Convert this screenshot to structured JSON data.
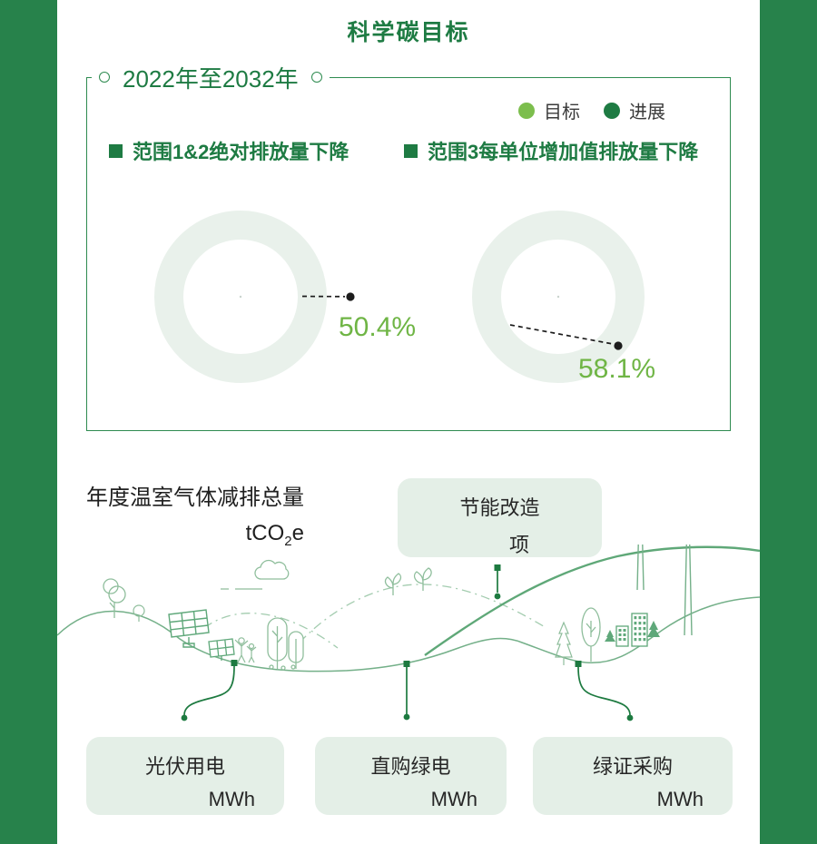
{
  "page": {
    "title": "科学碳目标"
  },
  "panel": {
    "period": "2022年至2032年",
    "legend": [
      {
        "label": "目标",
        "color": "#7CBE4D"
      },
      {
        "label": "进展",
        "color": "#1E7B43"
      }
    ],
    "sections": [
      {
        "heading": "范围1&2绝对排放量下降",
        "value": "50.4%"
      },
      {
        "heading": "范围3每单位增加值排放量下降",
        "value": "58.1%"
      }
    ]
  },
  "reduction": {
    "title": "年度温室气体减排总量",
    "unit_prefix": "tCO",
    "unit_sub": "2",
    "unit_suffix": "e",
    "retrofit_card": {
      "label": "节能改造",
      "unit": "项"
    },
    "cards": [
      {
        "label": "光伏用电",
        "unit": "MWh"
      },
      {
        "label": "直购绿电",
        "unit": "MWh"
      },
      {
        "label": "绿证采购",
        "unit": "MWh"
      }
    ]
  },
  "colors": {
    "sidebar_green": "#27824B",
    "dark_green": "#1E7B43",
    "light_green_dot": "#7CBE4D",
    "value_green": "#6FB545",
    "ring_fill": "#E9F1EB",
    "card_bg": "#E4EFE7",
    "illustration_line": "#74B089"
  },
  "chart_data": [
    {
      "type": "donut",
      "title": "范围1&2绝对排放量下降",
      "value_pct": 50.4,
      "ring_filled": false,
      "legend": [
        "目标",
        "进展"
      ],
      "legend_position": "top-right",
      "callout": "dashed leader line to black dot, label right of ring"
    },
    {
      "type": "donut",
      "title": "范围3每单位增加值排放量下降",
      "value_pct": 58.1,
      "ring_filled": false,
      "legend": [
        "目标",
        "进展"
      ],
      "legend_position": "top-right",
      "callout": "dashed leader line to black dot, label lower-right of ring"
    }
  ]
}
